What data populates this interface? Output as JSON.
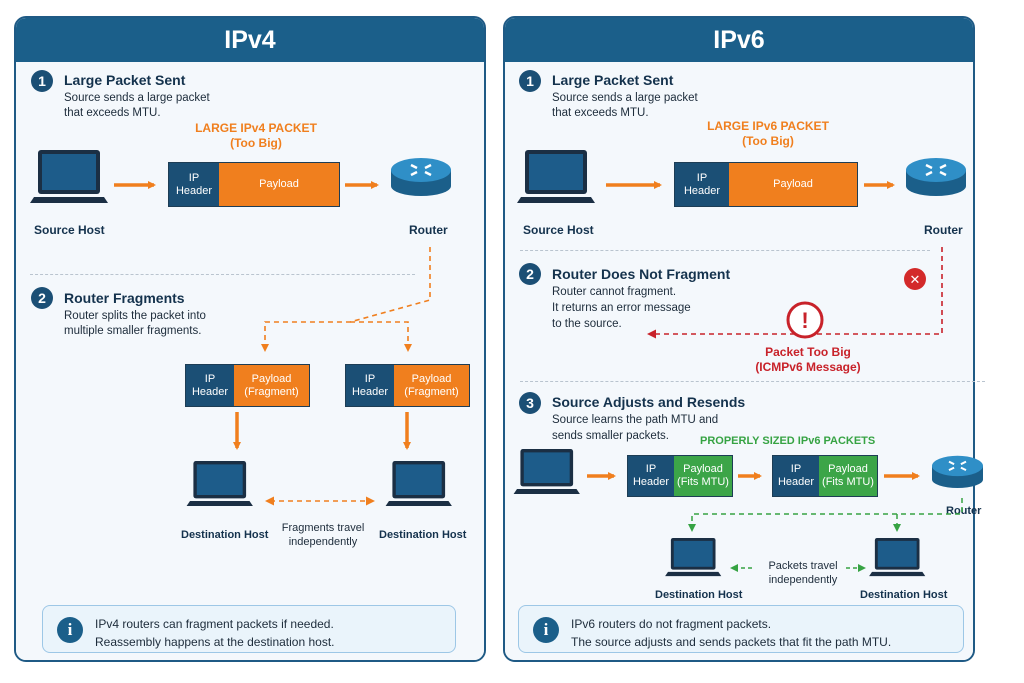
{
  "ipv4": {
    "title": "IPv4",
    "step1": {
      "num": "1",
      "title": "Large Packet Sent",
      "desc1": "Source sends a large packet",
      "desc2": "that exceeds MTU."
    },
    "packet_caption1": "LARGE IPv4 PACKET",
    "packet_caption2": "(Too Big)",
    "packet": {
      "header1": "IP",
      "header2": "Header",
      "payload": "Payload"
    },
    "source_label": "Source Host",
    "router_label": "Router",
    "step2": {
      "num": "2",
      "title": "Router Fragments",
      "desc1": "Router splits the packet into",
      "desc2": "multiple smaller fragments."
    },
    "fragment": {
      "header1": "IP",
      "header2": "Header",
      "payload1": "Payload",
      "payload2": "(Fragment)"
    },
    "dest_label": "Destination Host",
    "travel_note1": "Fragments travel",
    "travel_note2": "independently",
    "info1": "IPv4 routers can fragment packets if needed.",
    "info2": "Reassembly happens at the destination host.",
    "info_icon": "i"
  },
  "ipv6": {
    "title": "IPv6",
    "step1": {
      "num": "1",
      "title": "Large Packet Sent",
      "desc1": "Source sends a large packet",
      "desc2": "that exceeds MTU."
    },
    "packet_caption1": "LARGE IPv6 PACKET",
    "packet_caption2": "(Too Big)",
    "packet": {
      "header1": "IP",
      "header2": "Header",
      "payload": "Payload"
    },
    "source_label": "Source Host",
    "router_label": "Router",
    "step2": {
      "num": "2",
      "title": "Router Does Not Fragment",
      "desc1": "Router cannot fragment.",
      "desc2": "It returns an error message",
      "desc3": "to the source."
    },
    "error_caption1": "Packet Too Big",
    "error_caption2": "(ICMPv6 Message)",
    "step3": {
      "num": "3",
      "title": "Source Adjusts and Resends",
      "desc1": "Source learns the path MTU and",
      "desc2": "sends smaller packets."
    },
    "proper_caption": "PROPERLY SIZED IPv6 PACKETS",
    "small_packet": {
      "header1": "IP",
      "header2": "Header",
      "payload1": "Payload",
      "payload2": "(Fits MTU)"
    },
    "router_label2": "Router",
    "dest_label": "Destination Host",
    "travel_note1": "Packets travel",
    "travel_note2": "independently",
    "info1": "IPv6 routers do not fragment packets.",
    "info2": "The source adjusts and sends packets that fit the path MTU.",
    "info_icon": "i",
    "error_icon": "!",
    "x_icon": "✕"
  },
  "colors": {
    "navy": "#1b5f8a",
    "orange": "#f07f1e",
    "green": "#3ca548",
    "red": "#d32a2a"
  }
}
